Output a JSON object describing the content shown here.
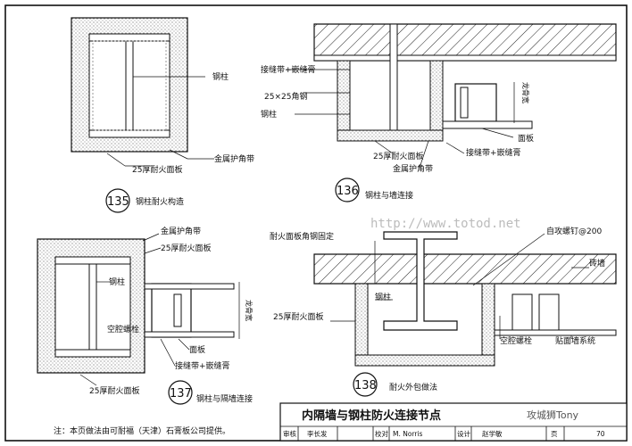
{
  "watermark_url": "http://www.totod.net",
  "watermark_brand": "攻城狮Tony",
  "note": "注：本页做法由可耐福（天津）石膏板公司提供。",
  "title_block": {
    "title": "内隔墙与钢柱防火连接节点",
    "review_label": "审核",
    "reviewer": "李长发",
    "check_label": "校对",
    "checker": "M. Norris",
    "design_label": "设计",
    "designer": "赵学敏",
    "page_label": "页",
    "page_number": "70"
  },
  "detail_135": {
    "number": "135",
    "caption": "钢柱耐火构造",
    "labels": {
      "steel_column": "钢柱",
      "corner_tape": "金属护角带",
      "fire_board": "25厚耐火面板"
    }
  },
  "detail_136": {
    "number": "136",
    "caption": "钢柱与墙连接",
    "labels": {
      "joint_tape": "接缝带+嵌缝膏",
      "angle": "25×25角钢",
      "steel_column": "钢柱",
      "stud_width": "龙骨宽",
      "panel": "面板",
      "joint_tape_2": "接缝带+嵌缝膏",
      "fire_board": "25厚耐火面板",
      "corner_tape": "金属护角带"
    }
  },
  "detail_137": {
    "number": "137",
    "caption": "钢柱与隔墙连接",
    "labels": {
      "corner_tape": "金属护角带",
      "fire_board_top": "25厚耐火面板",
      "steel_column": "钢柱",
      "cavity_bolt": "空腔螺栓",
      "stud_width": "龙骨宽",
      "panel": "面板",
      "joint_tape": "接缝带+嵌缝膏",
      "fire_board": "25厚耐火面板"
    }
  },
  "detail_138": {
    "number": "138",
    "caption": "耐火外包做法",
    "labels": {
      "angle_fix": "耐火面板角钢固定",
      "screw": "自攻螺钉@200",
      "brick_wall": "砖墙",
      "steel_column": "钢柱",
      "fire_board": "25厚耐火面板",
      "cavity_bolt": "空腔螺栓",
      "lining": "贴面墙系统"
    }
  }
}
